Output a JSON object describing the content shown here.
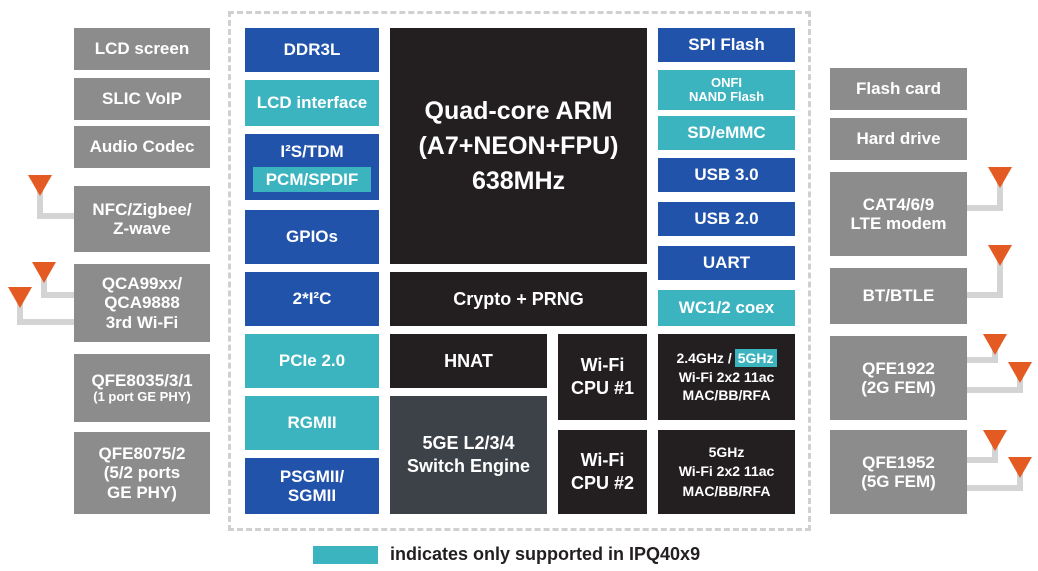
{
  "left_peripherals": [
    {
      "id": "lcd-screen",
      "label": "LCD screen"
    },
    {
      "id": "slic-voip",
      "label": "SLIC VoIP"
    },
    {
      "id": "audio-codec",
      "label": "Audio Codec"
    },
    {
      "id": "nfc-zigbee",
      "label": "NFC/Zigbee/\nZ-wave"
    },
    {
      "id": "qca99xx",
      "label": "QCA99xx/\nQCA9888\n3rd Wi-Fi"
    },
    {
      "id": "qfe8035",
      "label": "QFE8035/3/1",
      "sublabel": "(1 port GE PHY)"
    },
    {
      "id": "qfe8075",
      "label": "QFE8075/2\n(5/2 ports\nGE PHY)"
    }
  ],
  "soc_left_column": [
    {
      "id": "ddr3l",
      "label": "DDR3L",
      "color": "blue"
    },
    {
      "id": "lcd-interface",
      "label": "LCD interface",
      "color": "teal"
    },
    {
      "id": "i2s-tdm",
      "label": "I²S/TDM",
      "sublabel": "PCM/SPDIF",
      "color": "blue"
    },
    {
      "id": "gpios",
      "label": "GPIOs",
      "color": "blue"
    },
    {
      "id": "i2c",
      "label": "2*I²C",
      "color": "blue"
    },
    {
      "id": "pcie",
      "label": "PCIe 2.0",
      "color": "teal"
    },
    {
      "id": "rgmii",
      "label": "RGMII",
      "color": "teal"
    },
    {
      "id": "psgmii",
      "label": "PSGMII/\nSGMII",
      "color": "blue"
    }
  ],
  "soc_center": {
    "cpu": "Quad-core ARM\n(A7+NEON+FPU)\n638MHz",
    "crypto": "Crypto + PRNG",
    "hnat": "HNAT",
    "switch": "5GE L2/3/4\nSwitch Engine",
    "wifi_cpu_1": "Wi-Fi\nCPU #1",
    "wifi_cpu_2": "Wi-Fi\nCPU #2"
  },
  "soc_right_column": [
    {
      "id": "spi-flash",
      "label": "SPI Flash",
      "color": "blue"
    },
    {
      "id": "onfi-nand",
      "label": "ONFI\nNAND Flash",
      "color": "teal"
    },
    {
      "id": "sd-emmc",
      "label": "SD/eMMC",
      "color": "teal"
    },
    {
      "id": "usb3",
      "label": "USB 3.0",
      "color": "blue"
    },
    {
      "id": "usb2",
      "label": "USB 2.0",
      "color": "blue"
    },
    {
      "id": "uart",
      "label": "UART",
      "color": "blue"
    },
    {
      "id": "wc-coex",
      "label": "WC1/2 coex",
      "color": "teal"
    }
  ],
  "wifi_radios": {
    "radio1": {
      "band_prefix": "2.4GHz /",
      "band_highlight": "5GHz",
      "lines": "Wi-Fi 2x2 11ac\nMAC/BB/RFA"
    },
    "radio2": {
      "label": "5GHz\nWi-Fi 2x2 11ac\nMAC/BB/RFA"
    }
  },
  "right_peripherals": [
    {
      "id": "flash-card",
      "label": "Flash card"
    },
    {
      "id": "hard-drive",
      "label": "Hard drive"
    },
    {
      "id": "lte-modem",
      "label": "CAT4/6/9\nLTE modem"
    },
    {
      "id": "bt-btle",
      "label": "BT/BTLE"
    },
    {
      "id": "qfe1922",
      "label": "QFE1922\n(2G FEM)"
    },
    {
      "id": "qfe1952",
      "label": "QFE1952\n(5G FEM)"
    }
  ],
  "legend": {
    "text": "indicates only supported in IPQ40x9",
    "color": "#3cb4c0"
  },
  "colors": {
    "gray": "#8c8c8c",
    "blue": "#2253ab",
    "teal": "#3cb4c0",
    "black": "#231f20",
    "slate": "#3d4249",
    "antenna": "#e35b23"
  }
}
